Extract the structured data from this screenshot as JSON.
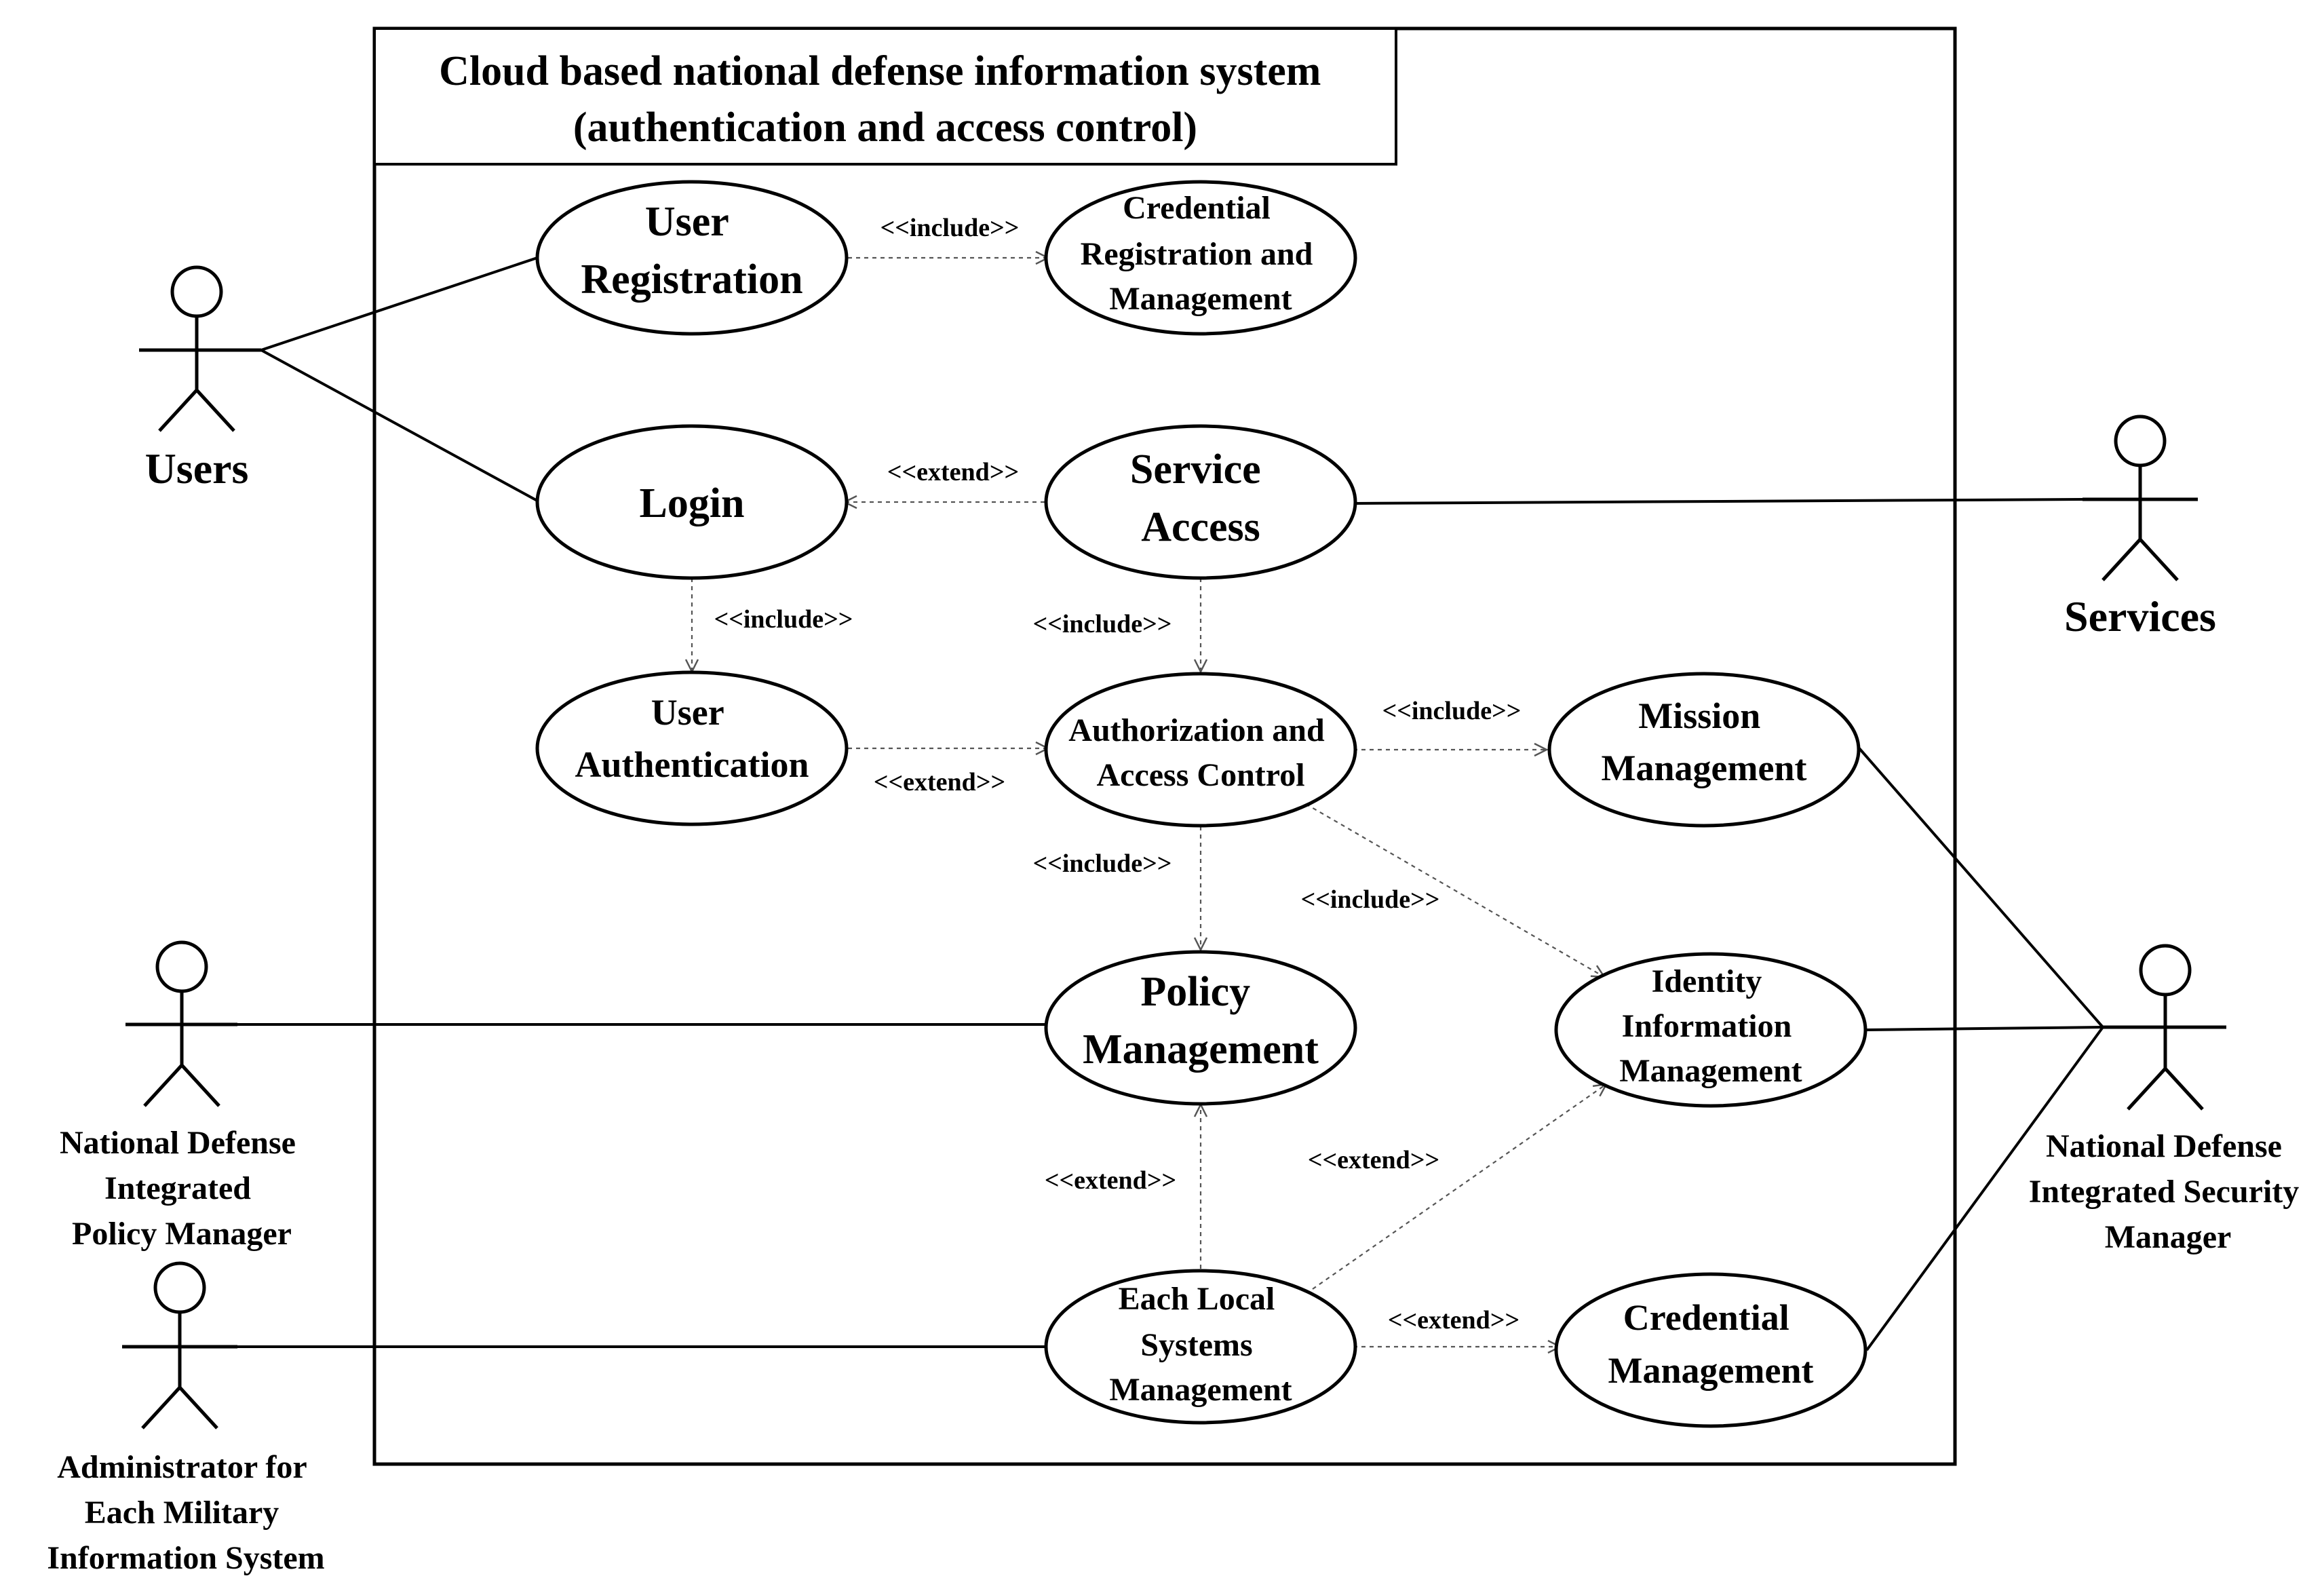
{
  "system": {
    "title_lines": [
      "Cloud based national defense information system",
      "(authentication and access control)"
    ]
  },
  "actors": {
    "users": {
      "lines": [
        "Users"
      ]
    },
    "services": {
      "lines": [
        "Services"
      ]
    },
    "policy_manager": {
      "lines": [
        "National Defense",
        "Integrated",
        "Policy Manager"
      ]
    },
    "administrator": {
      "lines": [
        "Administrator for",
        "Each Military",
        "Information System"
      ]
    },
    "security_manager": {
      "lines": [
        "National Defense",
        "Integrated Security",
        "Manager"
      ]
    }
  },
  "use_cases": {
    "user_registration": {
      "lines": [
        "User",
        "Registration"
      ]
    },
    "credential_registration": {
      "lines": [
        "Credential",
        "Registration and",
        "Management"
      ]
    },
    "login": {
      "lines": [
        "Login"
      ]
    },
    "service_access": {
      "lines": [
        "Service",
        "Access"
      ]
    },
    "user_authentication": {
      "lines": [
        "User",
        "Authentication"
      ]
    },
    "authorization": {
      "lines": [
        "Authorization and",
        "Access Control"
      ]
    },
    "mission_management": {
      "lines": [
        "Mission",
        "Management"
      ]
    },
    "policy_management": {
      "lines": [
        "Policy",
        "Management"
      ]
    },
    "identity_management": {
      "lines": [
        "Identity",
        "Information",
        "Management"
      ]
    },
    "local_systems": {
      "lines": [
        "Each Local",
        "Systems",
        "Management"
      ]
    },
    "credential_management": {
      "lines": [
        "Credential",
        "Management"
      ]
    }
  },
  "relations": {
    "include": "<<include>>",
    "extend": "<<extend>>"
  }
}
